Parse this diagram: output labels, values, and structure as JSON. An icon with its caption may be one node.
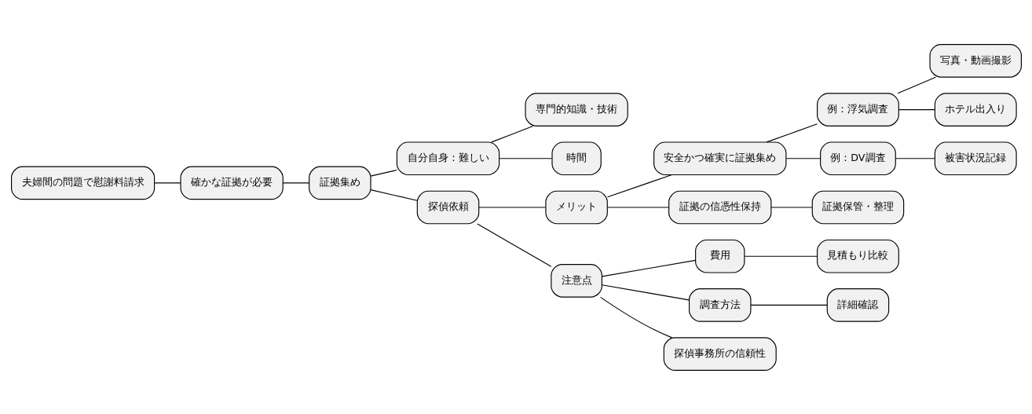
{
  "diagram": {
    "nodes": [
      {
        "text": [
          "夫婦間の問題で慰謝料請求"
        ]
      },
      {
        "text": [
          "確かな証拠が必要"
        ]
      },
      {
        "text": [
          "証拠集め"
        ]
      },
      {
        "text": [
          "自分自身：難しい"
        ]
      },
      {
        "text": [
          "専門的知識・技術"
        ]
      },
      {
        "text": [
          "時間"
        ]
      },
      {
        "text": [
          "探偵依頼"
        ]
      },
      {
        "text": [
          "メリット"
        ]
      },
      {
        "text": [
          "安全かつ確実に証拠集め"
        ]
      },
      {
        "text": [
          "例：浮気調査"
        ]
      },
      {
        "text": [
          "写真・動画撮影"
        ]
      },
      {
        "text": [
          "ホテル出入り"
        ]
      },
      {
        "text": [
          "例：DV調査"
        ]
      },
      {
        "text": [
          "被害状況記録"
        ]
      },
      {
        "text": [
          "証拠の信憑性保持"
        ]
      },
      {
        "text": [
          "証拠保管・整理"
        ]
      },
      {
        "text": [
          "注意点"
        ]
      },
      {
        "text": [
          "費用"
        ]
      },
      {
        "text": [
          "見積もり比較"
        ]
      },
      {
        "text": [
          "調査方法"
        ]
      },
      {
        "text": [
          "詳細確認"
        ]
      },
      {
        "text": [
          "探偵事務所の信頼性"
        ]
      }
    ],
    "edges": [
      {
        "from": 0,
        "to": 1,
        "arrow": "none"
      },
      {
        "from": 1,
        "to": 2,
        "arrow": "none"
      },
      {
        "from": 2,
        "to": 3,
        "arrow": "none"
      },
      {
        "from": 3,
        "to": 4,
        "arrow": "none"
      },
      {
        "from": 3,
        "to": 5,
        "arrow": "none"
      },
      {
        "from": 2,
        "to": 6,
        "arrow": "none"
      },
      {
        "from": 6,
        "to": 7,
        "arrow": "none"
      },
      {
        "from": 7,
        "to": 8,
        "arrow": "none"
      },
      {
        "from": 8,
        "to": 9,
        "arrow": "none"
      },
      {
        "from": 9,
        "to": 10,
        "arrow": "none"
      },
      {
        "from": 9,
        "to": 11,
        "arrow": "none"
      },
      {
        "from": 8,
        "to": 12,
        "arrow": "none"
      },
      {
        "from": 12,
        "to": 13,
        "arrow": "none"
      },
      {
        "from": 7,
        "to": 14,
        "arrow": "none"
      },
      {
        "from": 14,
        "to": 15,
        "arrow": "none"
      },
      {
        "from": 6,
        "to": 16,
        "arrow": "none"
      },
      {
        "from": 16,
        "to": 17,
        "arrow": "none"
      },
      {
        "from": 17,
        "to": 18,
        "arrow": "none"
      },
      {
        "from": 16,
        "to": 19,
        "arrow": "none"
      },
      {
        "from": 19,
        "to": 20,
        "arrow": "none"
      },
      {
        "from": 16,
        "to": 21,
        "arrow": "none"
      }
    ]
  }
}
